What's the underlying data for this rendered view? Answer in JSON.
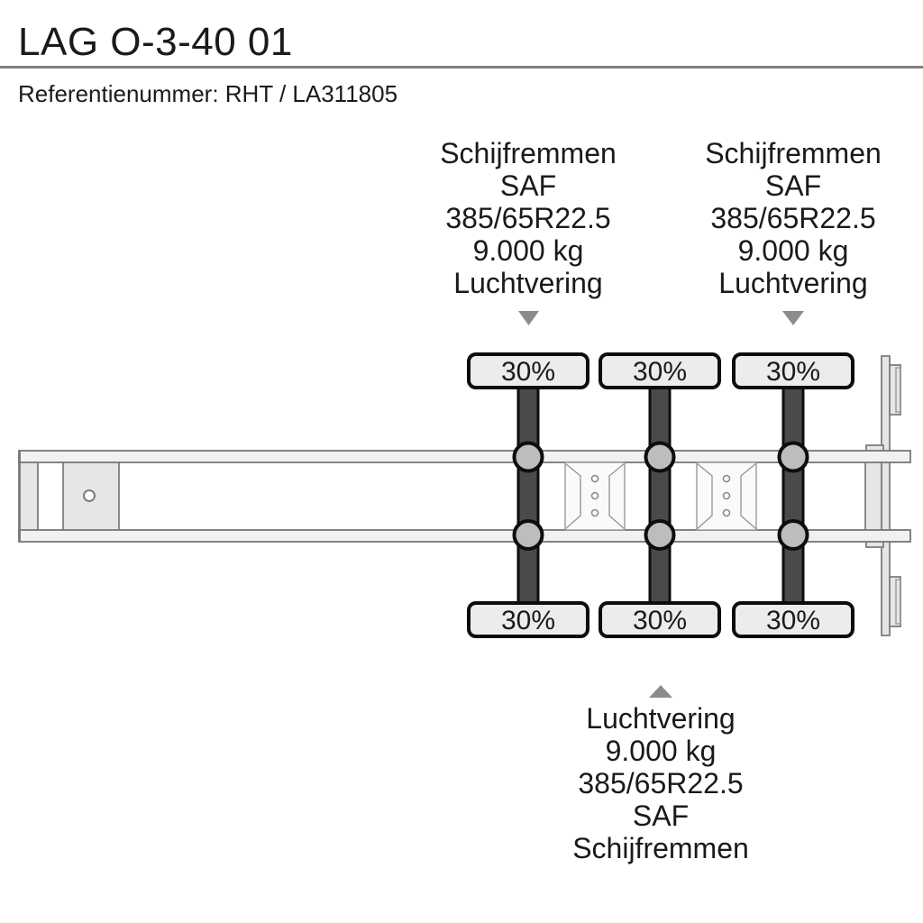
{
  "page": {
    "background": "#ffffff"
  },
  "header": {
    "title": "LAG O-3-40 01",
    "reference": "Referentienummer: RHT / LA311805"
  },
  "diagram": {
    "type": "trailer-axle-schematic",
    "annotations": {
      "top_left": {
        "lines": [
          "Schijfremmen",
          "SAF",
          "385/65R22.5",
          "9.000 kg",
          "Luchtvering"
        ]
      },
      "top_right": {
        "lines": [
          "Schijfremmen",
          "SAF",
          "385/65R22.5",
          "9.000 kg",
          "Luchtvering"
        ]
      },
      "bottom": {
        "lines": [
          "Luchtvering",
          "9.000 kg",
          "385/65R22.5",
          "SAF",
          "Schijfremmen"
        ]
      }
    },
    "tires": {
      "load_labels": [
        "30%",
        "30%",
        "30%",
        "30%",
        "30%",
        "30%"
      ]
    },
    "colors": {
      "axle_bar": "#4a4a4a",
      "tire_fill": "#ececec",
      "bellows_fill": "#bdbdbd",
      "rail_fill": "#f1f1f1",
      "plate_fill": "#e6e6e6",
      "panel_fill": "#fafafa",
      "arrow": "#8c8c8c",
      "divider": "#808080",
      "outline": "#0d0d0d",
      "text": "#1a1a1a"
    }
  }
}
